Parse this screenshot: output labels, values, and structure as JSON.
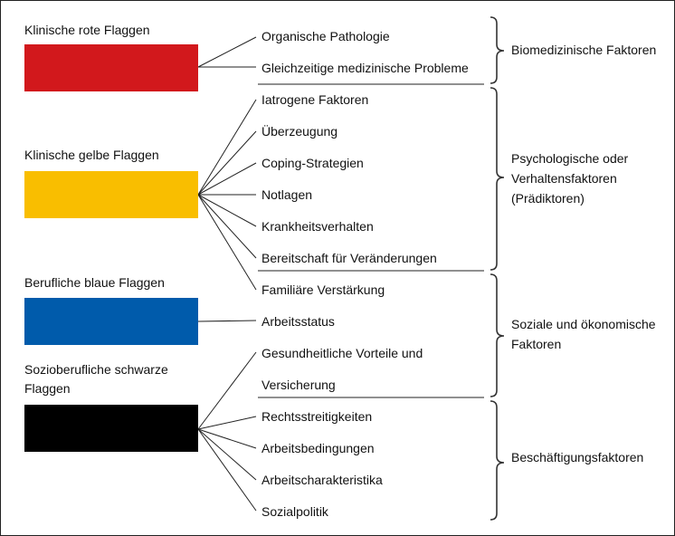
{
  "flags": [
    {
      "title": "Klinische rote Flaggen",
      "color": "#d2181c"
    },
    {
      "title": "Klinische gelbe Flaggen",
      "color": "#f9be00"
    },
    {
      "title": "Berufliche blaue Flaggen",
      "color": "#005bab"
    },
    {
      "title": "Sozioberufliche schwarze Flaggen",
      "color": "#000000"
    }
  ],
  "items": [
    "Organische Pathologie",
    "Gleichzeitige medizinische Probleme",
    "Iatrogene Faktoren",
    "Überzeugung",
    "Coping-Strategien",
    "Notlagen",
    "Krankheitsverhalten",
    "Bereitschaft für Veränderungen",
    "Familiäre Verstärkung",
    "Arbeitsstatus",
    "Gesundheitliche Vorteile und",
    "Versicherung",
    "Rechtsstreitigkeiten",
    "Arbeitsbedingungen",
    "Arbeitscharakteristika",
    "Sozialpolitik"
  ],
  "groups": [
    {
      "lines": [
        "Biomedizinische Faktoren"
      ]
    },
    {
      "lines": [
        "Psychologische oder",
        "Verhaltensfaktoren",
        "(Prädiktoren)"
      ]
    },
    {
      "lines": [
        "Soziale und ökonomische",
        "Faktoren"
      ]
    },
    {
      "lines": [
        "Beschäftigungsfaktoren"
      ]
    }
  ]
}
